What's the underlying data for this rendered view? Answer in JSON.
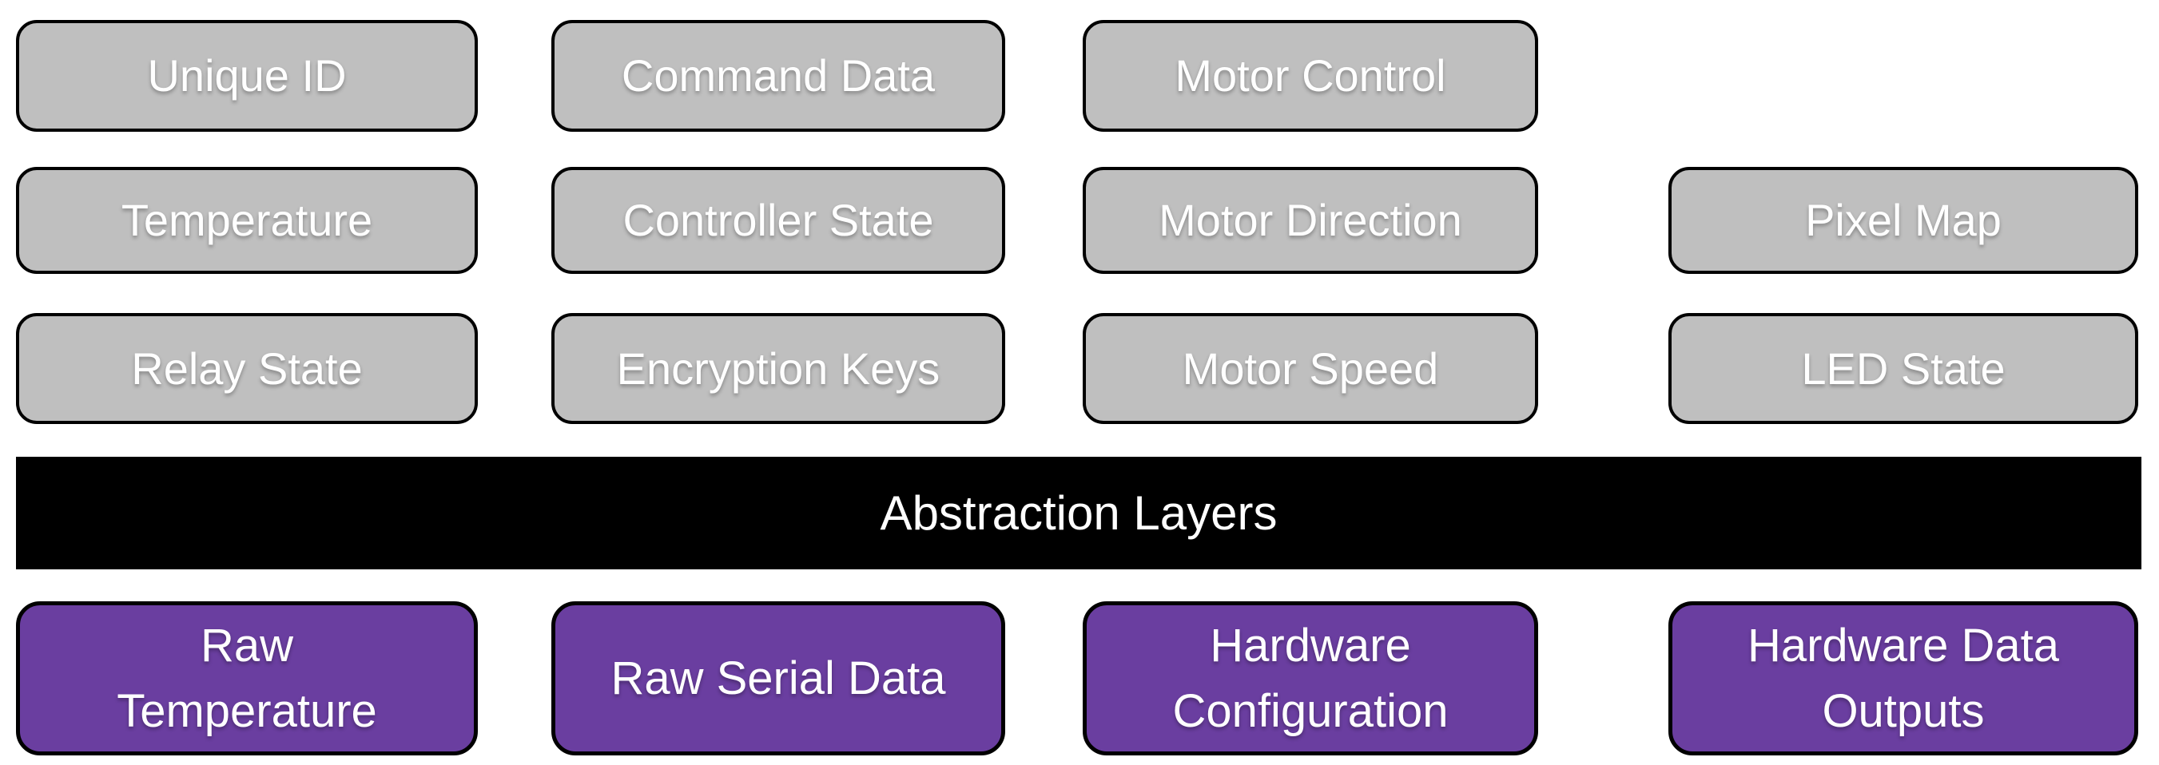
{
  "colors": {
    "gray_fill": "#bfbfbf",
    "purple_fill": "#6a3ea0",
    "bar_fill": "#000000",
    "border": "#000000",
    "text": "#ffffff"
  },
  "bar": {
    "label": "Abstraction Layers"
  },
  "grid": {
    "row1": [
      "Unique ID",
      "Command Data",
      "Motor Control"
    ],
    "row2": [
      "Temperature",
      "Controller State",
      "Motor Direction",
      "Pixel Map"
    ],
    "row3": [
      "Relay State",
      "Encryption Keys",
      "Motor Speed",
      "LED State"
    ],
    "row4": [
      "Raw\nTemperature",
      "Raw Serial Data",
      "Hardware\nConfiguration",
      "Hardware Data\nOutputs"
    ]
  }
}
